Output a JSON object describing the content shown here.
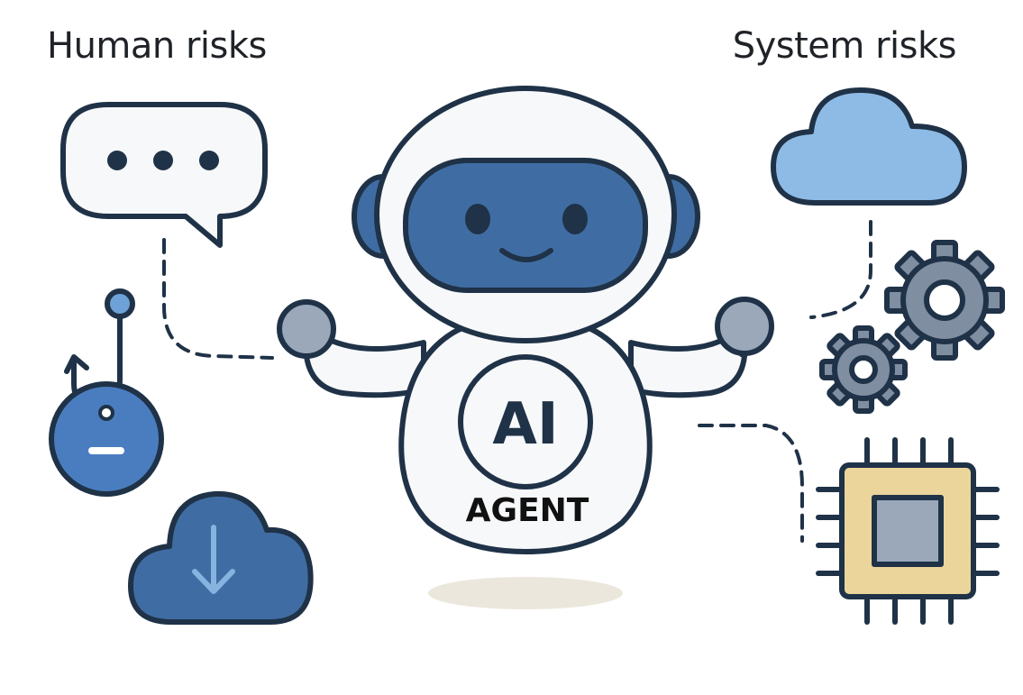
{
  "titles": {
    "left": "Human risks",
    "right": "System risks"
  },
  "agent": {
    "badge_text": "AI",
    "name_text": "AGENT"
  },
  "icons": {
    "left": [
      "speech-bubble-icon",
      "phishing-hook-icon",
      "cloud-download-icon"
    ],
    "right": [
      "cloud-icon",
      "gears-icon",
      "chip-icon"
    ],
    "center": "robot-icon"
  },
  "colors": {
    "outline": "#1f3247",
    "blue_dark": "#3f6da3",
    "blue_light": "#8ebbe6",
    "robot_white": "#f7f8fa",
    "gray_blue": "#9aa8ba",
    "chip_tan": "#ecd59b",
    "gear_gray": "#7f8ea1",
    "shadow": "#ece7dc"
  }
}
